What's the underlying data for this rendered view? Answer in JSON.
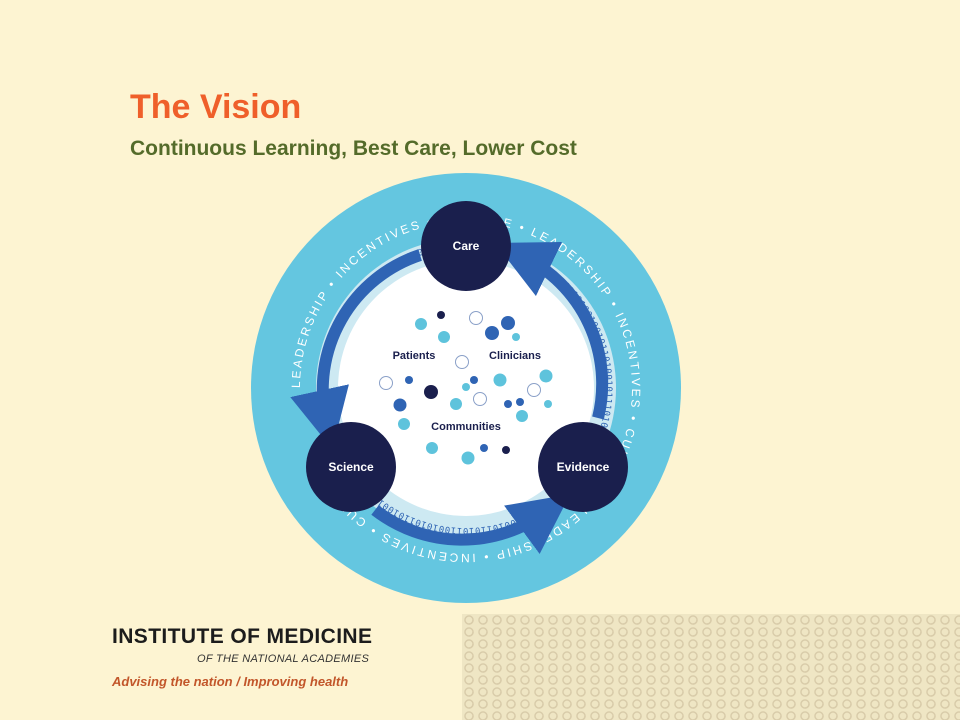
{
  "header": {
    "title": "The Vision",
    "subtitle": "Continuous Learning, Best Care, Lower Cost"
  },
  "diagram": {
    "nodes": [
      "Care",
      "Science",
      "Evidence"
    ],
    "center_labels": [
      "Patients",
      "Clinicians",
      "Communities"
    ],
    "ring_words": [
      "LEADERSHIP",
      "INCENTIVES",
      "CULTURE",
      "LEADERSHIP",
      "INCENTIVES",
      "CULTURE",
      "LEADERSHIP",
      "INCENTIVES",
      "CULTURE"
    ],
    "binary_text": "0101101001011101010010110100101101011010010110101100101011010010",
    "colors": {
      "ring": "#64c6e0",
      "band": "#cde9f2",
      "navy": "#1a1f4d",
      "arrow": "#2f64b4",
      "cyan": "#5ec3dc",
      "mid_blue": "#2f64b4"
    }
  },
  "logo": {
    "org": "INSTITUTE OF MEDICINE",
    "sub": "OF THE NATIONAL ACADEMIES",
    "tagline": "Advising the nation / Improving health"
  },
  "colors": {
    "background": "#fdf4d2",
    "title": "#ef5f2a",
    "subtitle": "#546b2a"
  }
}
